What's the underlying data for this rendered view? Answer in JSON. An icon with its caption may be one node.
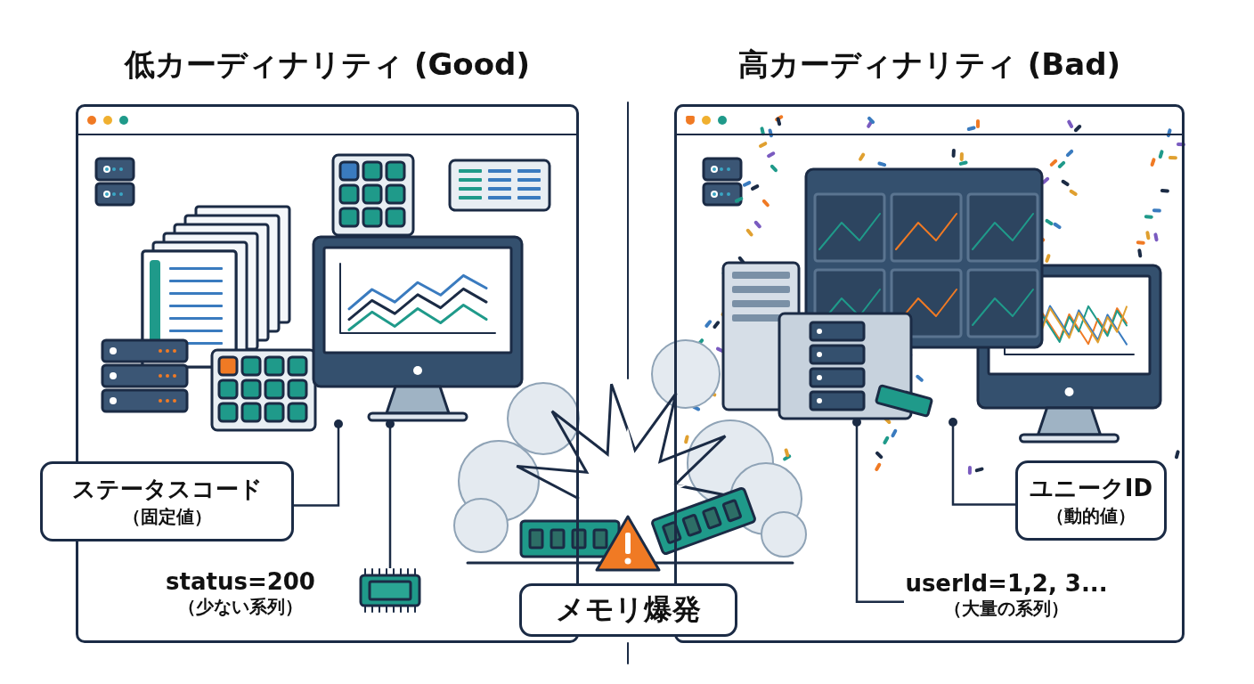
{
  "diagram": {
    "nodes": [
      {
        "text": [
          "低カーディナリティ (Good)"
        ]
      },
      {
        "text": [
          "高カーディナリティ (Bad)"
        ]
      },
      {
        "text": [
          "ステータスコード",
          "（固定値）"
        ]
      },
      {
        "text": [],
        "shape": "picture",
        "in": 0
      },
      {
        "text": [
          "ユニークID",
          "（動的値）"
        ],
        "in": 1
      },
      {
        "text": [
          "userId=1,2, 3...",
          "（大量の系列）"
        ],
        "in": 1
      },
      {
        "text": [
          "メモリ爆発"
        ]
      },
      {
        "text": [],
        "shape": "picture",
        "in": 0
      },
      {
        "text": [],
        "shape": "picture",
        "in": 1
      }
    ],
    "edges": [
      {
        "from": 2,
        "to": 3,
        "arrow": "other"
      },
      {
        "from": 7,
        "to": 3,
        "arrow": "other"
      },
      {
        "from": 4,
        "to": 8,
        "arrow": "other"
      },
      {
        "from": 5,
        "to": 8,
        "arrow": "other"
      }
    ],
    "labels": [
      "status=200",
      "（少ない系列）"
    ]
  }
}
